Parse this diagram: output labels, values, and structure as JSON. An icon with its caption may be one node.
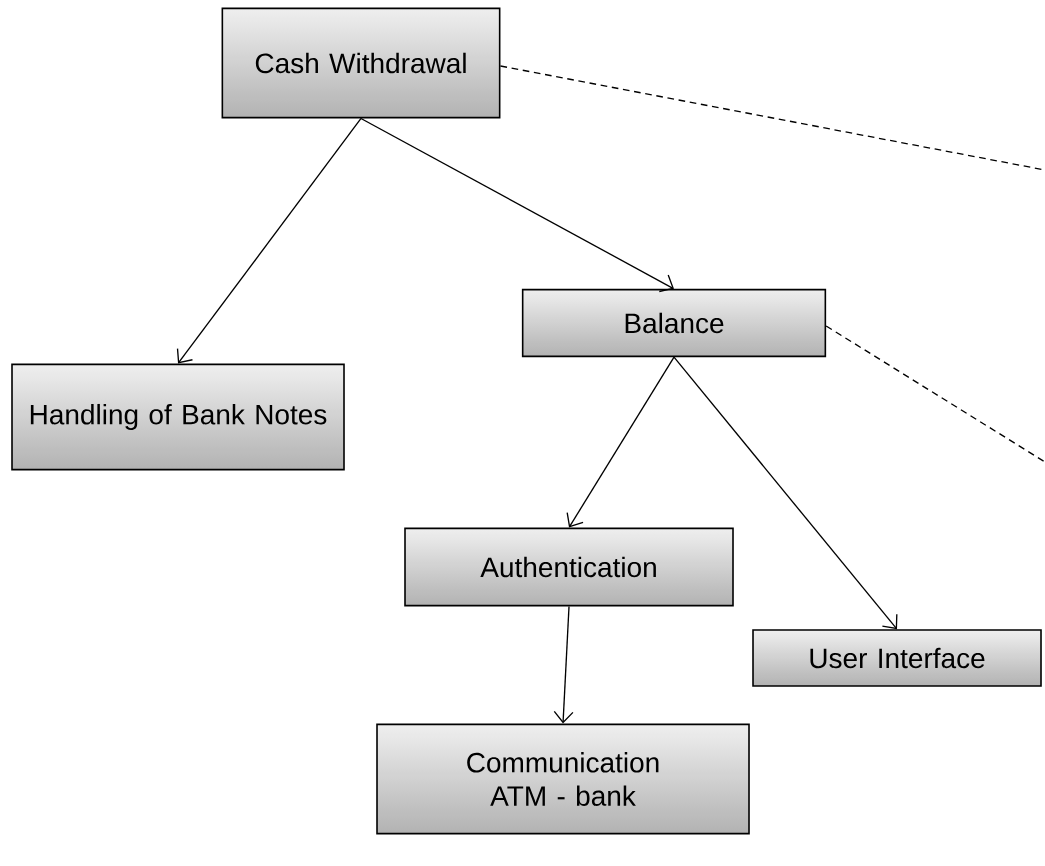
{
  "diagram": {
    "nodes": [
      {
        "text": [
          "Cash Withdrawal"
        ]
      },
      {
        "text": [
          "Balance"
        ]
      },
      {
        "text": [
          "Handling of Bank Notes"
        ]
      },
      {
        "text": [
          "Authentication"
        ]
      },
      {
        "text": [
          "User Interface"
        ]
      },
      {
        "text": [
          "Communication ATM - bank"
        ]
      }
    ],
    "edges": [
      {
        "from": 0,
        "to": 2,
        "arrow": "to"
      },
      {
        "from": 0,
        "to": 1,
        "arrow": "to"
      },
      {
        "from": 1,
        "to": 3,
        "arrow": "to"
      },
      {
        "from": 1,
        "to": 4,
        "arrow": "to"
      },
      {
        "from": 3,
        "to": 5,
        "arrow": "to"
      },
      {
        "from": 0,
        "to": null,
        "arrow": "none",
        "style": "dashed"
      },
      {
        "from": 1,
        "to": null,
        "arrow": "none",
        "style": "dashed"
      }
    ]
  }
}
